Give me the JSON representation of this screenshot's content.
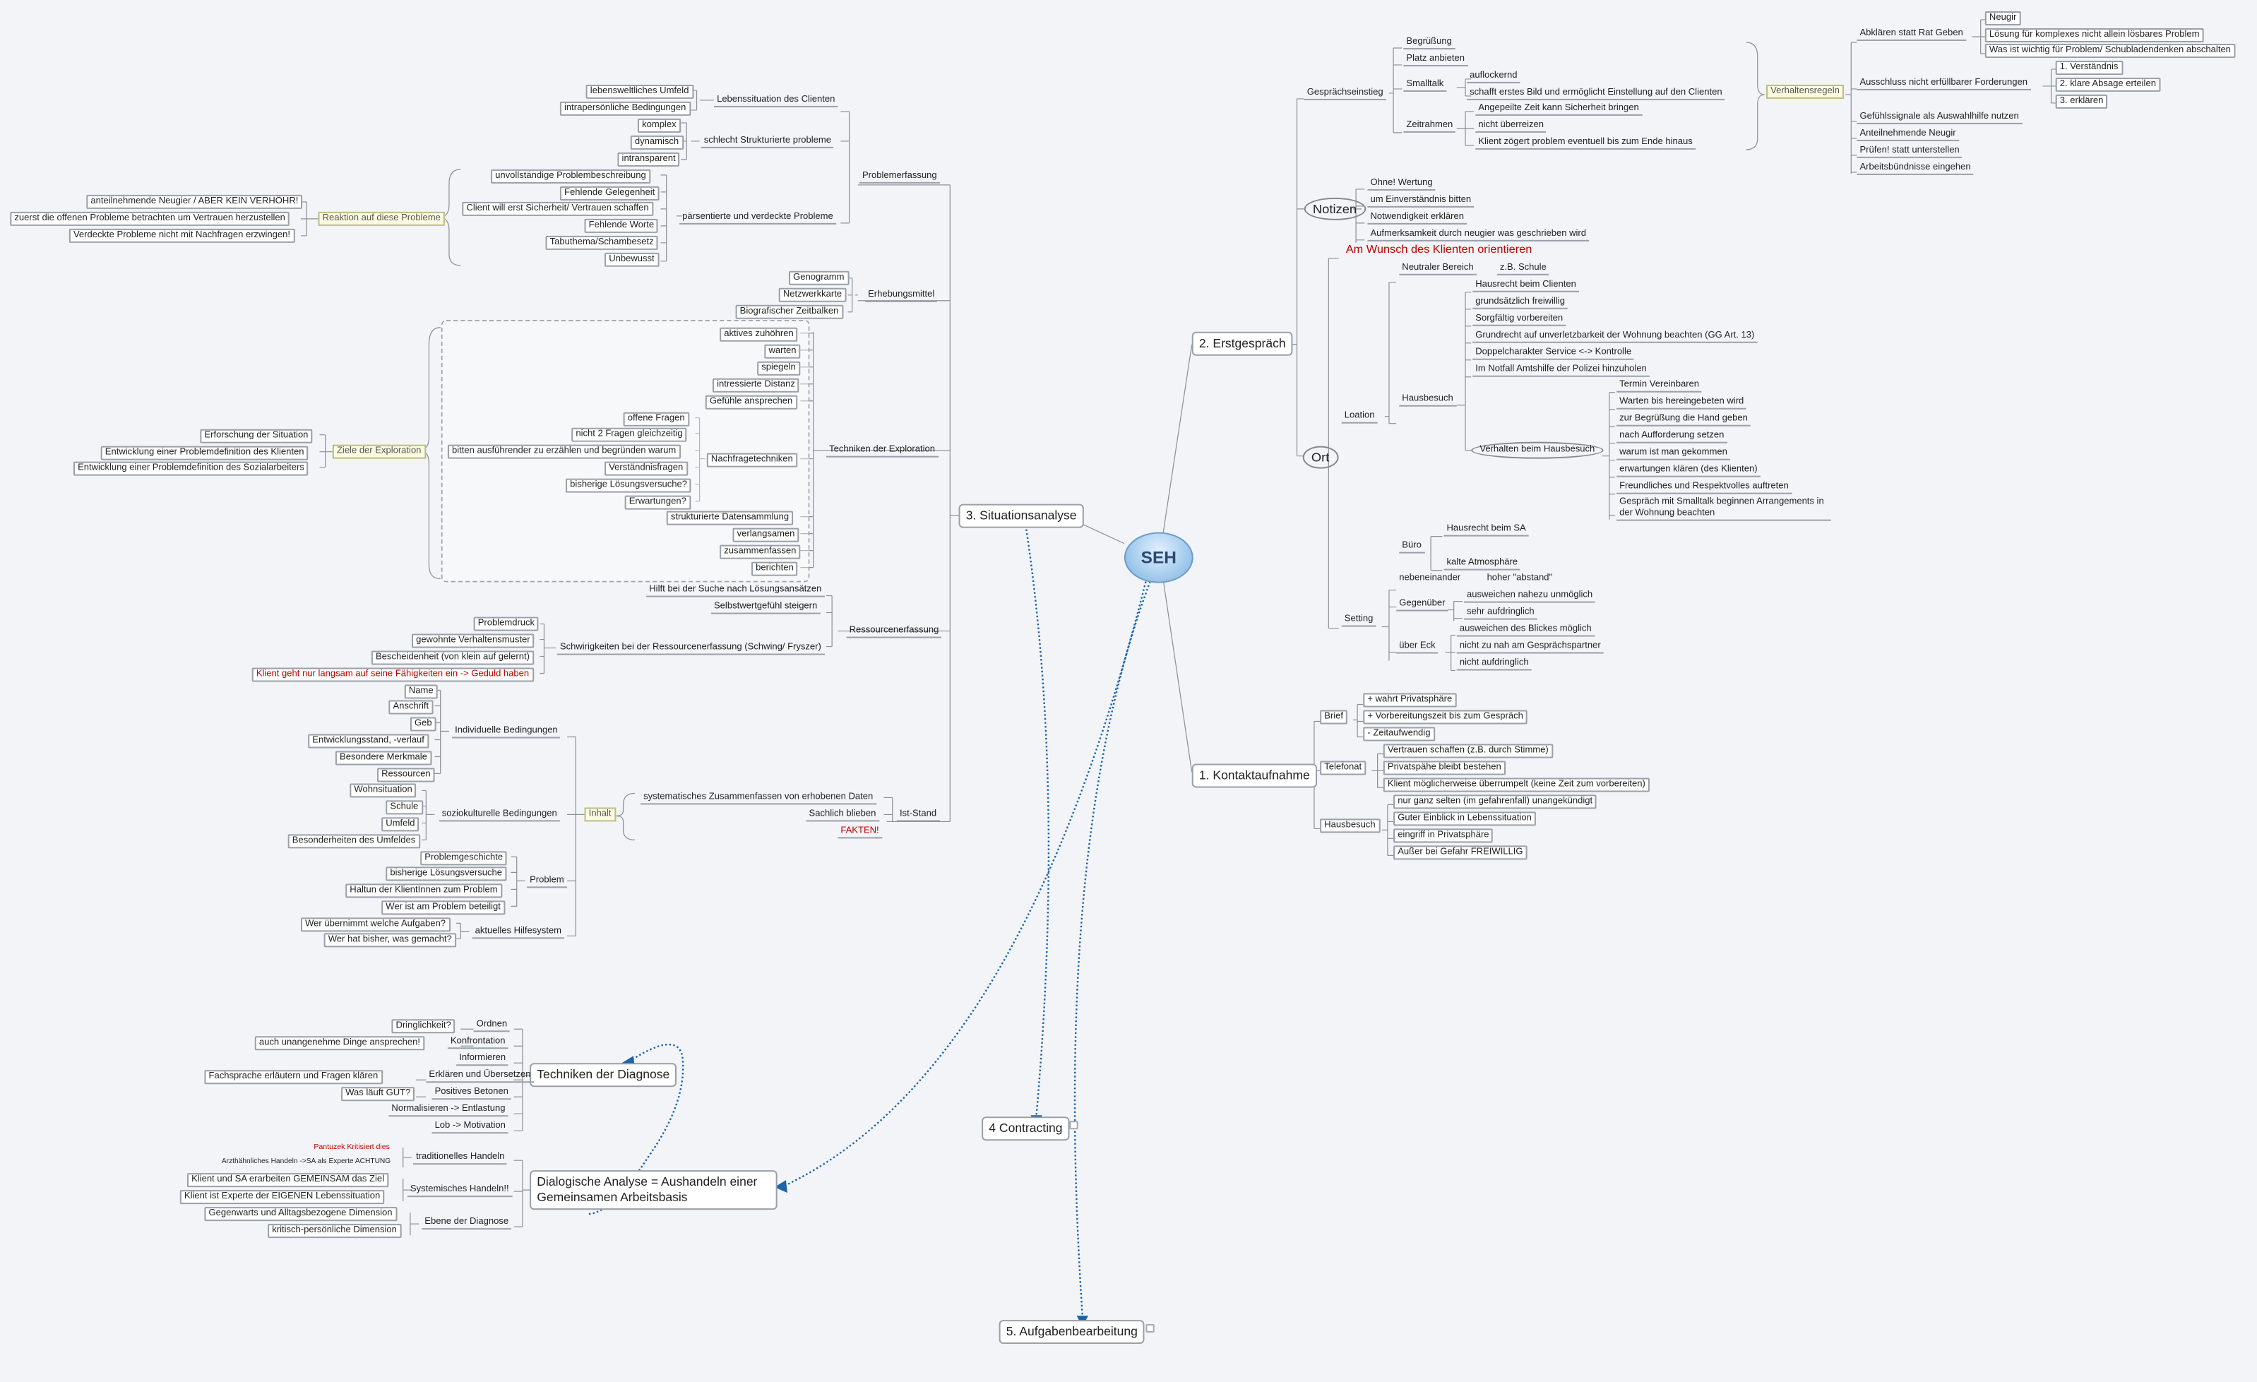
{
  "root": "SEH",
  "t3": "3. Situationsanalyse",
  "t2": "2. Erstgespräch",
  "t1": "1. Kontaktaufnahme",
  "t4": "4 Contracting",
  "t5": "5. Aufgabenbearbeitung",
  "pe": {
    "h": "Problemerfassung",
    "ls": "Lebenssituation des Clienten",
    "lu": "lebensweltliches Umfeld",
    "ib": "intrapersönliche Bedingungen",
    "sp": "schlecht Strukturierte probleme",
    "k": "komplex",
    "d": "dynamisch",
    "i": "intransparent",
    "pv": "pärsentierte und verdeckte Probleme",
    "pv1": "unvollständige Problembeschreibung",
    "pv2": "Fehlende Gelegenheit",
    "pv3": "Client will erst Sicherheit/ Vertrauen schaffen",
    "pv4": "Fehlende Worte",
    "pv5": "Tabuthema/Schambesetz",
    "pv6": "Unbewusst",
    "re": "Reaktion auf diese Probleme",
    "r1": "anteilnehmende Neugier / ABER KEIN VERHÖHR!",
    "r2": "zuerst die offenen Probleme betrachten um Vertrauen herzustellen",
    "r3": "Verdeckte Probleme nicht mit Nachfragen erzwingen!"
  },
  "em": {
    "h": "Erhebungsmittel",
    "g": "Genogramm",
    "n": "Netzwerkkarte",
    "b": "Biografischer Zeitbalken"
  },
  "te": {
    "h": "Techniken der Exploration",
    "a1": "aktives zuhöhren",
    "a2": "warten",
    "a3": "spiegeln",
    "a4": "intressierte Distanz",
    "a5": "Gefühle ansprechen",
    "nf": "Nachfragetechniken",
    "n1": "offene Fragen",
    "n2": "nicht 2 Fragen gleichzeitig",
    "n3": "bitten ausführender zu erzählen und begründen warum",
    "n4": "Verständnisfragen",
    "n5": "bisherige Lösungsversuche?",
    "n6": "Erwartungen?",
    "a6": "strukturierte Datensammlung",
    "a7": "verlangsamen",
    "a8": "zusammenfassen",
    "a9": "berichten",
    "ze": "Ziele der Exploration",
    "z1": "Erforschung der Situation",
    "z2": "Entwicklung einer Problemdefinition des Klienten",
    "z3": "Entwicklung einer Problemdefinition des Sozialarbeiters"
  },
  "re": {
    "h": "Ressourcenerfassung",
    "r1": "Hilft bei der Suche nach Lösungsansätzen",
    "r2": "Selbstwertgefühl steigern",
    "sw": "Schwirigkeiten bei der Ressourcenerfassung (Schwing/ Fryszer)",
    "s1": "Problemdruck",
    "s2": "gewohnte Verhaltensmuster",
    "s3": "Bescheidenheit (von klein auf gelernt)",
    "s4": "Klient geht nur langsam auf seine Fähigkeiten ein -> Geduld haben"
  },
  "is": {
    "h": "Ist-Stand",
    "s1": "systematisches Zusammenfassen von erhobenen Daten",
    "s2": "Sachlich blieben",
    "s3": "FAKTEN!",
    "inh": "Inhalt",
    "ib": "Individuelle Bedingungen",
    "i1": "Name",
    "i2": "Anschrift",
    "i3": "Geb",
    "i4": "Entwicklungsstand, -verlauf",
    "i5": "Besondere Merkmale",
    "i6": "Ressourcen",
    "sb": "soziokulturelle Bedingungen",
    "b1": "Wohnsituation",
    "b2": "Schule",
    "b3": "Umfeld",
    "b4": "Besonderheiten des Umfeldes",
    "pr": "Problem",
    "p1": "Problemgeschichte",
    "p2": "bisherige Lösungsversuche",
    "p3": "Haltun der KlientInnen zum Problem",
    "p4": "Wer ist am Problem beteiligt",
    "ah": "aktuelles Hilfesystem",
    "h1": "Wer übernimmt welche Aufgaben?",
    "h2": "Wer hat bisher, was gemacht?"
  },
  "td": {
    "h": "Techniken der Diagnose",
    "o": "Ordnen",
    "o1": "Dringlichkeit?",
    "k": "Konfrontation",
    "k1": "auch unangenehme Dinge ansprechen!",
    "inf": "Informieren",
    "e": "Erklären und Übersetzen",
    "e1": "Fachsprache erläutern und Fragen klären",
    "pb": "Positives Betonen",
    "pb1": "Was läuft GUT?",
    "no": "Normalisieren -> Entlastung",
    "lo": "Lob -> Motivation"
  },
  "da": {
    "h": "Dialogische Analyse = Aushandeln einer Gemeinsamen Arbeitsbasis",
    "th": "traditionelles Handeln",
    "th1": "Pantuzek Kritisiert dies",
    "th2": "Arzthähnliches Handeln ->SA als Experte ACHTUNG",
    "sh": "Systemisches Handeln!!",
    "sh1": "Klient und SA erarbeiten GEMEINSAM das Ziel",
    "sh2": "Klient ist Experte der EIGENEN Lebenssituation",
    "ed": "Ebene der Diagnose",
    "ed1": "Gegenwarts und Alltagsbezogene Dimension",
    "ed2": "kritisch-persönliche Dimension"
  },
  "ge": {
    "h": "Gesprächseinstieg",
    "b": "Begrüßung",
    "p": "Platz anbieten",
    "st": "Smalltalk",
    "st1": "auflockernd",
    "st2": "schafft erstes Bild und ermöglicht Einstellung auf den Clienten",
    "zr": "Zeitrahmen",
    "z1": "Angepeilte Zeit kann Sicherheit bringen",
    "z2": "nicht überreizen",
    "z3": "Klient zögert problem eventuell bis zum Ende hinaus",
    "vr": "Verhaltensregeln",
    "ab": "Abklären statt Rat Geben",
    "ab1": "Neugir",
    "ab2": "Lösung für komplexes nicht allein lösbares Problem",
    "ab3": "Was ist wichtig für Problem/ Schubladendenken abschalten",
    "au": "Ausschluss nicht erfüllbarer Forderungen",
    "au1": "1. Verständnis",
    "au2": "2. klare Absage erteilen",
    "au3": "3. erklären",
    "v1": "Gefühlssignale als Auswahlhilfe nutzen",
    "v2": "Anteilnehmende Neugir",
    "v3": "Prüfen! statt unterstellen",
    "v4": "Arbeitsbündnisse eingehen"
  },
  "no": {
    "h": "Notizen",
    "n1": "Ohne! Wertung",
    "n2": "um Einverständnis bitten",
    "n3": "Notwendigkeit erklären",
    "n4": "Aufmerksamkeit durch neugier was geschrieben wird"
  },
  "ort": {
    "h": "Ort",
    "w": "Am Wunsch des Klienten orientieren",
    "lo": "Loation",
    "nb": "Neutraler Bereich",
    "nb1": "z.B. Schule",
    "hb": "Hausbesuch",
    "h1": "Hausrecht beim Clienten",
    "h2": "grundsätzlich freiwillig",
    "h3": "Sorgfältig vorbereiten",
    "h4": "Grundrecht auf unverletzbarkeit der Wohnung beachten (GG Art. 13)",
    "h5": "Doppelcharakter Service <-> Kontrolle",
    "h6": "Im Notfall Amtshilfe der Polizei hinzuholen",
    "vh": "Verhalten beim Hausbesuch",
    "v1": "Termin Vereinbaren",
    "v2": "Warten bis hereingebeten wird",
    "v3": "zur Begrüßung die Hand geben",
    "v4": "nach Aufforderung setzen",
    "v5": "warum ist man gekommen",
    "v6": "erwartungen klären (des Klienten)",
    "v7": "Freundliches und Respektvolles auftreten",
    "v8": "Gespräch mit Smalltalk beginnen Arrangements in der Wohnung beachten",
    "bu": "Büro",
    "bu1": "Hausrecht beim SA",
    "bu2": "kalte Atmosphäre",
    "se": "Setting",
    "s1": "nebeneinander",
    "s1a": "hoher \"abstand\"",
    "s2": "Gegenüber",
    "s2a": "ausweichen nahezu unmöglich",
    "s2b": "sehr aufdringlich",
    "s3": "über Eck",
    "s3a": "ausweichen des Blickes möglich",
    "s3b": "nicht zu nah am Gesprächspartner",
    "s3c": "nicht aufdringlich"
  },
  "ka": {
    "br": "Brief",
    "br1": "+ wahrt Privatsphäre",
    "br2": "+ Vorbereitungszeit bis zum Gespräch",
    "br3": "- Zeitaufwendig",
    "te": "Telefonat",
    "te1": "Vertrauen schaffen (z.B. durch Stimme)",
    "te2": "Privatspähe bleibt bestehen",
    "te3": "Klient möglicherweise überrumpelt (keine Zeit zum vorbereiten)",
    "hb": "Hausbesuch",
    "hb1": "nur ganz selten (im gefahrenfall) unangekündigt",
    "hb2": "Guter Einblick in Lebenssituation",
    "hb3": "eingriff in Privatsphäre",
    "hb4": "Außer bei Gefahr FREIWILLIG"
  },
  "colors": {
    "line": "#8c9096",
    "dotted": "#1f63a8",
    "red": "#c00000"
  }
}
